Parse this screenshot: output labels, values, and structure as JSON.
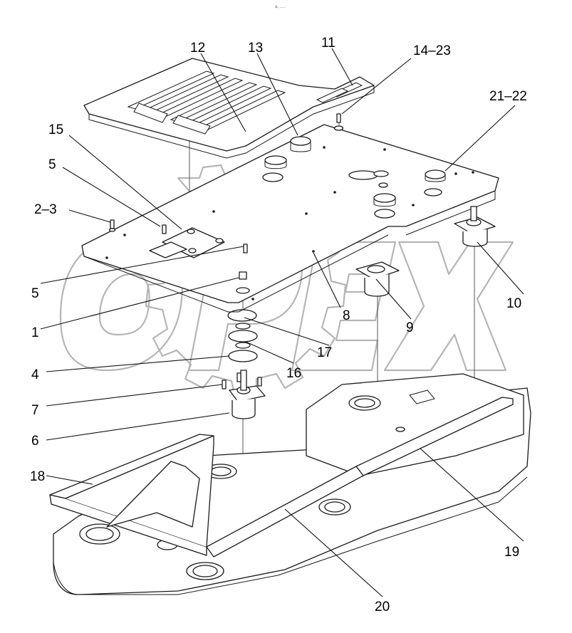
{
  "header_mark": "a, .....",
  "watermark": "OPEX",
  "callouts": [
    {
      "id": "12",
      "text": "12"
    },
    {
      "id": "13",
      "text": "13"
    },
    {
      "id": "11",
      "text": "11"
    },
    {
      "id": "14-23",
      "text": "14–23"
    },
    {
      "id": "21-22",
      "text": "21–22"
    },
    {
      "id": "15",
      "text": "15"
    },
    {
      "id": "5a",
      "text": "5"
    },
    {
      "id": "2-3",
      "text": "2–3"
    },
    {
      "id": "5b",
      "text": "5"
    },
    {
      "id": "1",
      "text": "1"
    },
    {
      "id": "8",
      "text": "8"
    },
    {
      "id": "9",
      "text": "9"
    },
    {
      "id": "10",
      "text": "10"
    },
    {
      "id": "17",
      "text": "17"
    },
    {
      "id": "4",
      "text": "4"
    },
    {
      "id": "16",
      "text": "16"
    },
    {
      "id": "7",
      "text": "7"
    },
    {
      "id": "6",
      "text": "6"
    },
    {
      "id": "18",
      "text": "18"
    },
    {
      "id": "19",
      "text": "19"
    },
    {
      "id": "20",
      "text": "20"
    }
  ]
}
